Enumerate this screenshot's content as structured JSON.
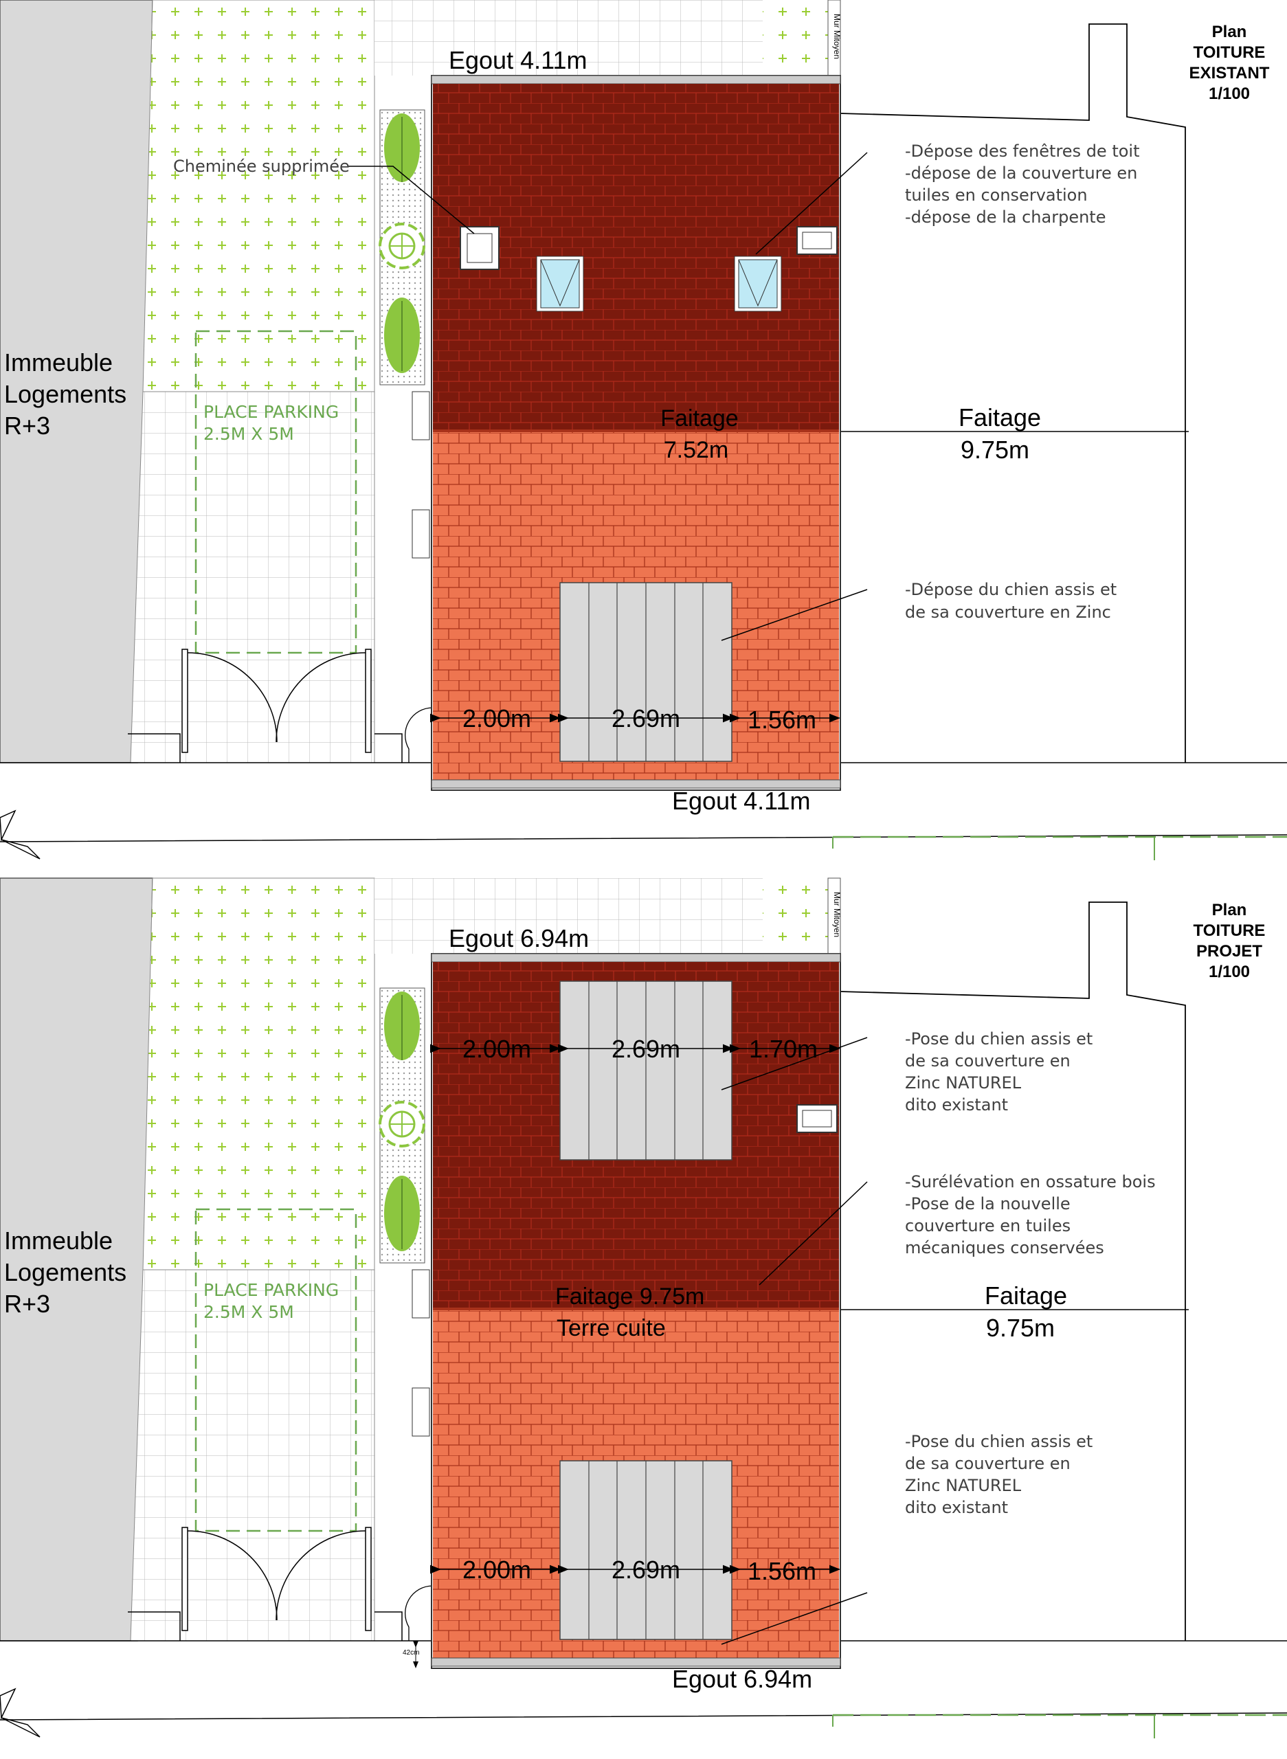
{
  "neighbour": {
    "line1": "Immeuble",
    "line2": "Logements",
    "line3": "R+3"
  },
  "wall_label": "Mur Mitoyen",
  "parking": {
    "line1": "PLACE PARKING",
    "line2": "2.5M X 5M"
  },
  "existing": {
    "title": {
      "l1": "Plan",
      "l2": "TOITURE",
      "l3": "EXISTANT",
      "l4": "1/100"
    },
    "egout_top": "Egout 4.11m",
    "egout_bottom": "Egout 4.11m",
    "faitage_roof": {
      "l1": "Faitage",
      "l2": "7.52m"
    },
    "faitage_right": {
      "l1": "Faitage",
      "l2": "9.75m"
    },
    "chimney_note": "Cheminée supprimée",
    "note_top": {
      "l1": "-Dépose des fenêtres de toit",
      "l2": "-dépose de la couverture en",
      "l3": "tuiles en conservation",
      "l4": "-dépose de la charpente"
    },
    "note_dormer": {
      "l1": "-Dépose du chien assis et",
      "l2": "de sa couverture en Zinc"
    },
    "dims": {
      "d1": "2.00m",
      "d2": "2.69m",
      "d3": "1.56m"
    }
  },
  "project": {
    "title": {
      "l1": "Plan",
      "l2": "TOITURE",
      "l3": "PROJET",
      "l4": "1/100"
    },
    "egout_top": "Egout 6.94m",
    "egout_bottom": "Egout 6.94m",
    "faitage_roof": {
      "l1": "Faitage  9.75m",
      "l2": "Terre cuite"
    },
    "faitage_right": {
      "l1": "Faitage",
      "l2": "9.75m"
    },
    "note_dormer_top": {
      "l1": "-Pose du chien assis et",
      "l2": "de sa couverture en",
      "l3": "Zinc NATUREL",
      "l4": "dito existant"
    },
    "note_raise": {
      "l1": "-Surélévation en ossature bois",
      "l2": "-Pose de la nouvelle",
      "l3": "couverture en tuiles",
      "l4": "mécaniques  conservées"
    },
    "note_dormer_bottom": {
      "l1": "-Pose du chien assis et",
      "l2": "de sa couverture en",
      "l3": "Zinc NATUREL",
      "l4": "dito existant"
    },
    "dims_top": {
      "d1": "2.00m",
      "d2": "2.69m",
      "d3": "1.70m"
    },
    "dims_bottom": {
      "d1": "2.00m",
      "d2": "2.69m",
      "d3": "1.56m"
    },
    "small_dim": "42cm"
  },
  "colors": {
    "dark_roof": "#7b1a0d",
    "tile_roof": "#ee7550",
    "zinc": "#d9d9d9",
    "garden": "#9acd32",
    "neighbour": "#d9d9d9"
  }
}
